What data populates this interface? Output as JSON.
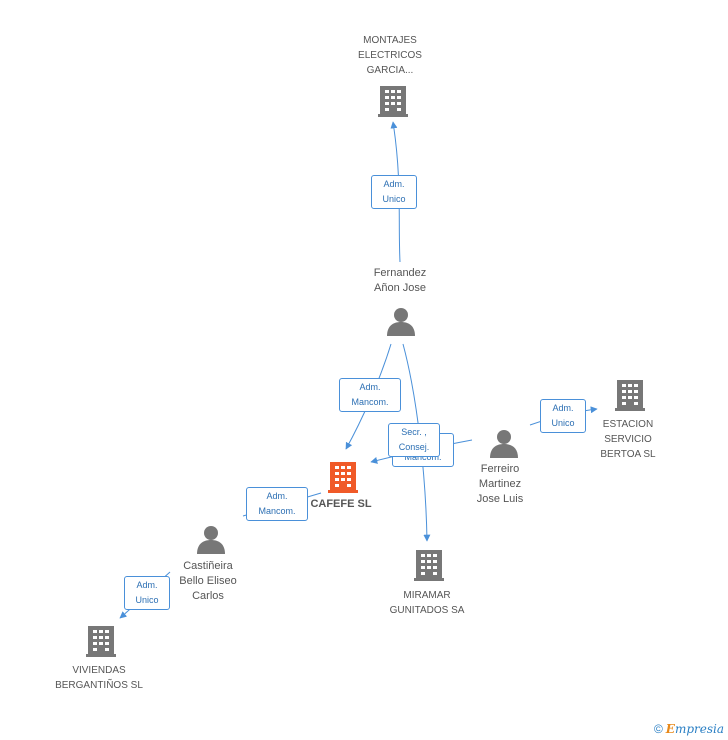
{
  "nodes": {
    "montajes": {
      "label": "MONTAJES\nELECTRICOS\nGARCIA...",
      "kind": "company"
    },
    "fernandez": {
      "label": "Fernandez\nAñon Jose",
      "kind": "person"
    },
    "estacion": {
      "label": "ESTACION\nSERVICIO\nBERTOA  SL",
      "kind": "company"
    },
    "ferreiro": {
      "label": "Ferreiro\nMartinez\nJose Luis",
      "kind": "person"
    },
    "cafefe": {
      "label": "CAFEFE SL",
      "kind": "company-focus"
    },
    "miramar": {
      "label": "MIRAMAR\nGUNITADOS SA",
      "kind": "company"
    },
    "castineira": {
      "label": "Castiñeira\nBello Eliseo\nCarlos",
      "kind": "person"
    },
    "viviendas": {
      "label": "VIVIENDAS\nBERGANTIÑOS SL",
      "kind": "company"
    }
  },
  "edges": {
    "fernandez_montajes": "Adm.\nUnico",
    "fernandez_cafefe": "Adm.\nMancom.",
    "ferreiro_estacion": "Adm.\nUnico",
    "ferreiro_cafefe": "Adm.\nMancom.",
    "fernandez_miramar": "Secr. ,\nConsej.",
    "castineira_cafefe": "Adm.\nMancom.",
    "castineira_viviendas": "Adm.\nUnico"
  },
  "colors": {
    "edge": "#4a90d9",
    "icon": "#777777",
    "focus": "#f05a28"
  },
  "footer": {
    "copyright": "©",
    "brand_initial": "E",
    "brand_rest": "mpresia"
  }
}
